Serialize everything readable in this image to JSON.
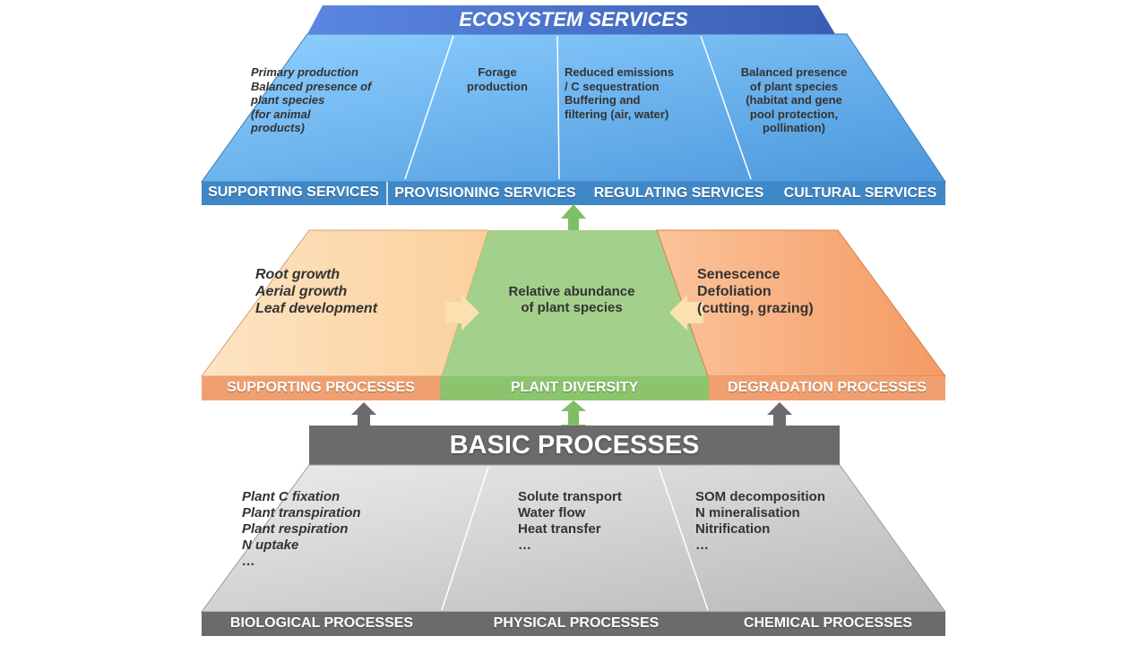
{
  "top": {
    "title": "ECOSYSTEM SERVICES",
    "cells": [
      "Primary production\nBalanced presence of\nplant species\n(for animal\nproducts)",
      "Forage\nproduction",
      "Reduced emissions\n/ C sequestration\nBuffering and\nfiltering (air, water)",
      "Balanced presence\nof plant species\n(habitat and gene\npool protection,\npollination)"
    ],
    "bands": [
      "SUPPORTING SERVICES",
      "PROVISIONING SERVICES",
      "REGULATING SERVICES",
      "CULTURAL SERVICES"
    ]
  },
  "middle": {
    "left_text": "Root growth\nAerial growth\nLeaf development",
    "center_text": "Relative abundance\nof plant species",
    "right_text": "Senescence\nDefoliation\n(cutting, grazing)",
    "bands": [
      "SUPPORTING PROCESSES",
      "PLANT DIVERSITY",
      "DEGRADATION PROCESSES"
    ]
  },
  "bottom": {
    "title": "BASIC PROCESSES",
    "cells": [
      "Plant C fixation\nPlant transpiration\nPlant respiration\nN uptake\n…",
      "Solute transport\nWater flow\nHeat transfer\n…",
      "SOM decomposition\nN mineralisation\nNitrification\n…"
    ],
    "bands": [
      "BIOLOGICAL PROCESSES",
      "PHYSICAL PROCESSES",
      "CHEMICAL PROCESSES"
    ]
  },
  "colors": {
    "blue": "#5aa9ea",
    "blue_band": "#3f87c7",
    "title_blue": "#4a72c8",
    "green": "#9ccb83",
    "orange": "#f5a26e",
    "peach": "#fbd9ae",
    "gray": "#c9c9c9",
    "gray_dark": "#6d6a6b"
  }
}
